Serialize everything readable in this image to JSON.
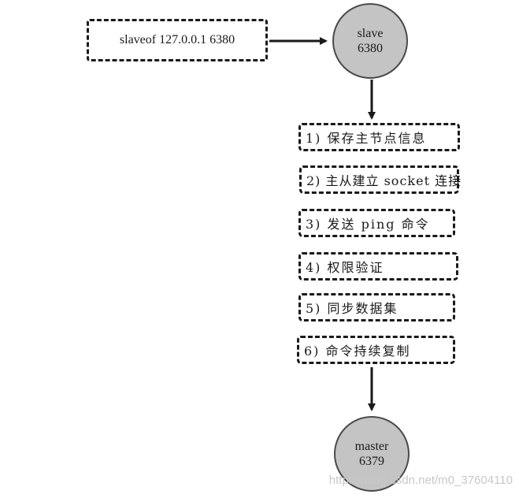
{
  "command": "slaveof 127.0.0.1 6380",
  "slave": {
    "name": "slave",
    "port": "6380"
  },
  "master": {
    "name": "master",
    "port": "6379"
  },
  "steps": [
    "1) 保存主节点信息",
    "2) 主从建立 socket 连接",
    "3) 发送 ping 命令",
    "4) 权限验证",
    "5) 同步数据集",
    "6) 命令持续复制"
  ],
  "watermark": "https://blog.csdn.net/m0_37604110",
  "colors": {
    "node_fill": "#c4c4c4",
    "stroke": "#1a1a1a",
    "watermark": "#c8c8c8"
  }
}
